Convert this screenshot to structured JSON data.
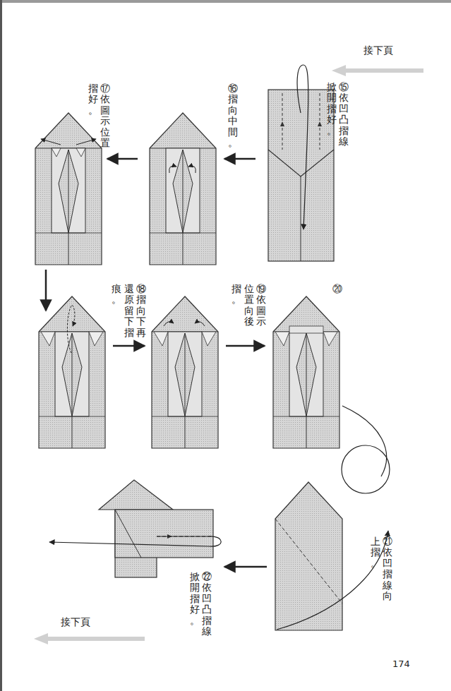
{
  "diagram": {
    "labels": [
      "接下頁",
      "⑮依凹凸摺線掀開摺好。",
      "⑯摺向中間。",
      "⑰依圖示位置摺好。",
      "⑱摺向下再還原留下摺痕。",
      "⑲依圖示位置向後摺。",
      "⑳",
      "㉑依凹摺線向上摺。",
      "㉒依凹凸摺線掀開摺好。",
      "接下頁",
      "174"
    ]
  }
}
